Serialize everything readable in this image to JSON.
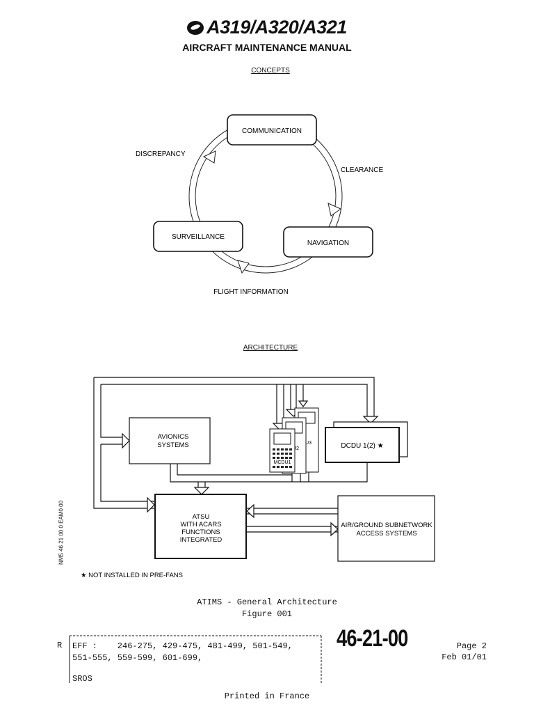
{
  "header": {
    "model": "A319/A320/A321",
    "manual": "AIRCRAFT MAINTENANCE MANUAL"
  },
  "concepts": {
    "title": "CONCEPTS",
    "nodes": {
      "communication": "COMMUNICATION",
      "navigation": "NAVIGATION",
      "surveillance": "SURVEILLANCE"
    },
    "links": {
      "clearance": "CLEARANCE",
      "flight_information": "FLIGHT INFORMATION",
      "discrepancy": "DISCREPANCY"
    }
  },
  "architecture": {
    "title": "ARCHITECTURE",
    "avionics": [
      "AVIONICS",
      "SYSTEMS"
    ],
    "atsu": [
      "ATSU",
      "WITH ACARS",
      "FUNCTIONS",
      "INTEGRATED"
    ],
    "airground": [
      "AIR/GROUND SUBNETWORK",
      "ACCESS SYSTEMS"
    ],
    "dcdu": "DCDU 1(2) ★",
    "mcdu1": "MCDU1",
    "mcdu2": "DU2",
    "mcdu3": "DU3",
    "footnote": "★ NOT INSTALLED IN PRE-FANS",
    "side_code": "NM5 46 21 00 0 EAM0 00"
  },
  "figure": {
    "title": "ATIMS - General Architecture",
    "number": "Figure 001"
  },
  "footer": {
    "revision_mark": "R",
    "eff_line1": "EFF :    246-275, 429-475, 481-499, 501-549,",
    "eff_line2": "551-555, 559-599, 601-699,",
    "sros": "SROS",
    "doc_number": "46-21-00",
    "page": "Page 2",
    "date": "Feb 01/01",
    "printed": "Printed in France"
  }
}
